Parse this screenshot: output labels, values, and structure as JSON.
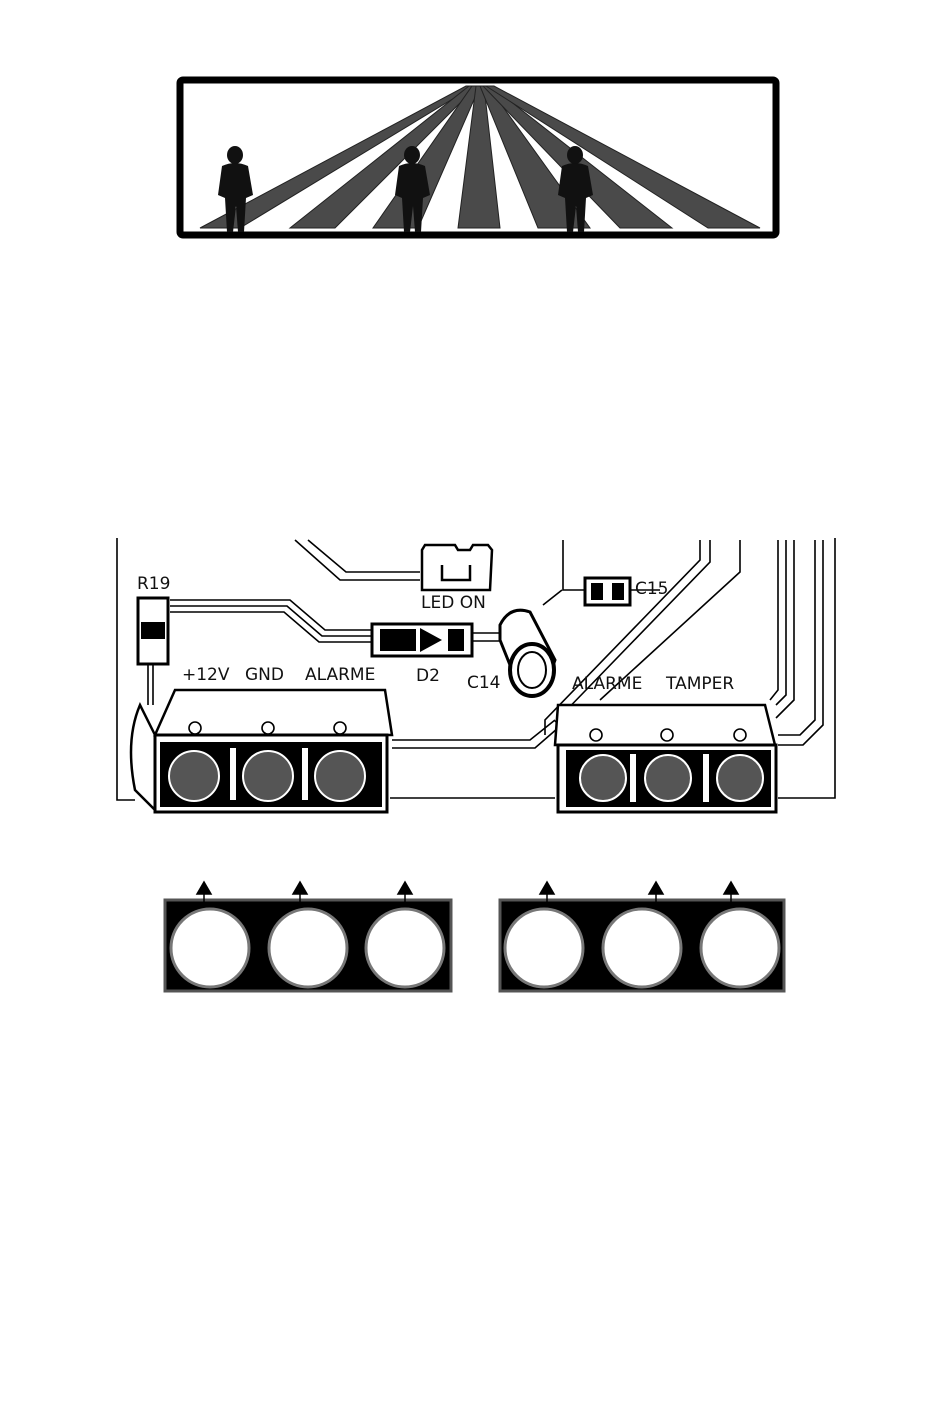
{
  "detection_pattern": {
    "people_count": 3,
    "beam_color": "#4a4a4a"
  },
  "pcb": {
    "labels": {
      "r19": "R19",
      "led_on": "LED ON",
      "c15": "C15",
      "d2": "D2",
      "c14": "C14"
    },
    "left_terminal_block": {
      "labels": [
        "+12V",
        "GND",
        "ALARME"
      ]
    },
    "right_terminal_block": {
      "labels": [
        "ALARME",
        "TAMPER"
      ]
    }
  },
  "connectors": {
    "left_holes": 3,
    "right_holes": 3
  }
}
